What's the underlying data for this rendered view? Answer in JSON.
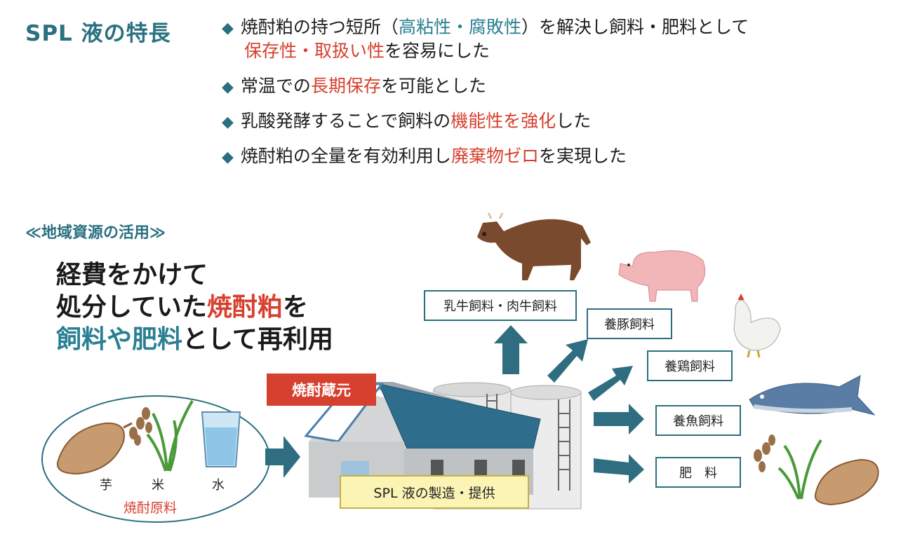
{
  "header": {
    "title": "SPL 液の特長",
    "features": [
      {
        "parts": [
          {
            "t": "焼酎粕の持つ短所（",
            "c": ""
          },
          {
            "t": "高粘性・腐敗性",
            "c": "blue"
          },
          {
            "t": "）を解決し飼料・肥料として",
            "c": ""
          }
        ]
      },
      {
        "parts": [
          {
            "t": "保存性・取扱い性",
            "c": "red"
          },
          {
            "t": "を容易にした",
            "c": ""
          }
        ],
        "continuation": true
      },
      {
        "parts": [
          {
            "t": "常温での",
            "c": ""
          },
          {
            "t": "長期保存",
            "c": "red"
          },
          {
            "t": "を可能とした",
            "c": ""
          }
        ]
      },
      {
        "parts": [
          {
            "t": "乳酸発酵することで飼料の",
            "c": ""
          },
          {
            "t": "機能性を強化",
            "c": "red"
          },
          {
            "t": "した",
            "c": ""
          }
        ]
      },
      {
        "parts": [
          {
            "t": "焼酎粕の全量を有効利用し",
            "c": ""
          },
          {
            "t": "廃棄物ゼロ",
            "c": "red"
          },
          {
            "t": "を実現した",
            "c": ""
          }
        ]
      }
    ]
  },
  "section": {
    "subtitle": "≪地域資源の活用≫",
    "line1": "経費をかけて",
    "line2_a": "処分していた",
    "line2_b": "焼酎粕",
    "line2_c": "を",
    "line3_a": "飼料や肥料",
    "line3_b": "として再利用"
  },
  "raw": {
    "imo": "芋",
    "kome": "米",
    "mizu": "水",
    "caption": "焼酎原料"
  },
  "brewery": {
    "label": "焼酎蔵元",
    "product": "SPL 液の製造・提供"
  },
  "outputs": {
    "cattle": "乳牛飼料・肉牛飼料",
    "pig": "養豚飼料",
    "chicken": "養鶏飼料",
    "fish": "養魚飼料",
    "fertilizer": "肥　料"
  },
  "icons": [
    "diamond-bullet-icon",
    "cow-icon",
    "pig-icon",
    "chicken-icon",
    "tuna-icon",
    "sweet-potato-icon",
    "rice-plant-icon",
    "water-glass-icon",
    "factory-icon",
    "arrow-icon"
  ],
  "colors": {
    "accent": "#2a6f80",
    "red": "#d6402e",
    "arrow": "#2f6e80"
  }
}
